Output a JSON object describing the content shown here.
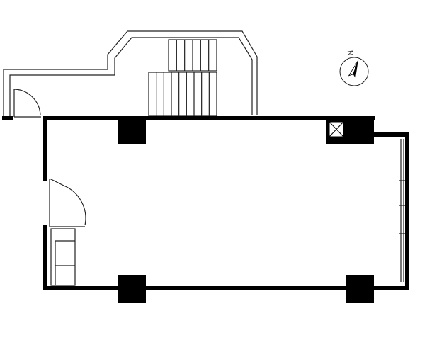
{
  "compass": {
    "north_label": "N",
    "rotation_deg": 20
  },
  "colors": {
    "wall": "#000000",
    "line": "#222222",
    "background": "#ffffff"
  },
  "stair_treads": {
    "upper": 6,
    "lower": 9
  }
}
